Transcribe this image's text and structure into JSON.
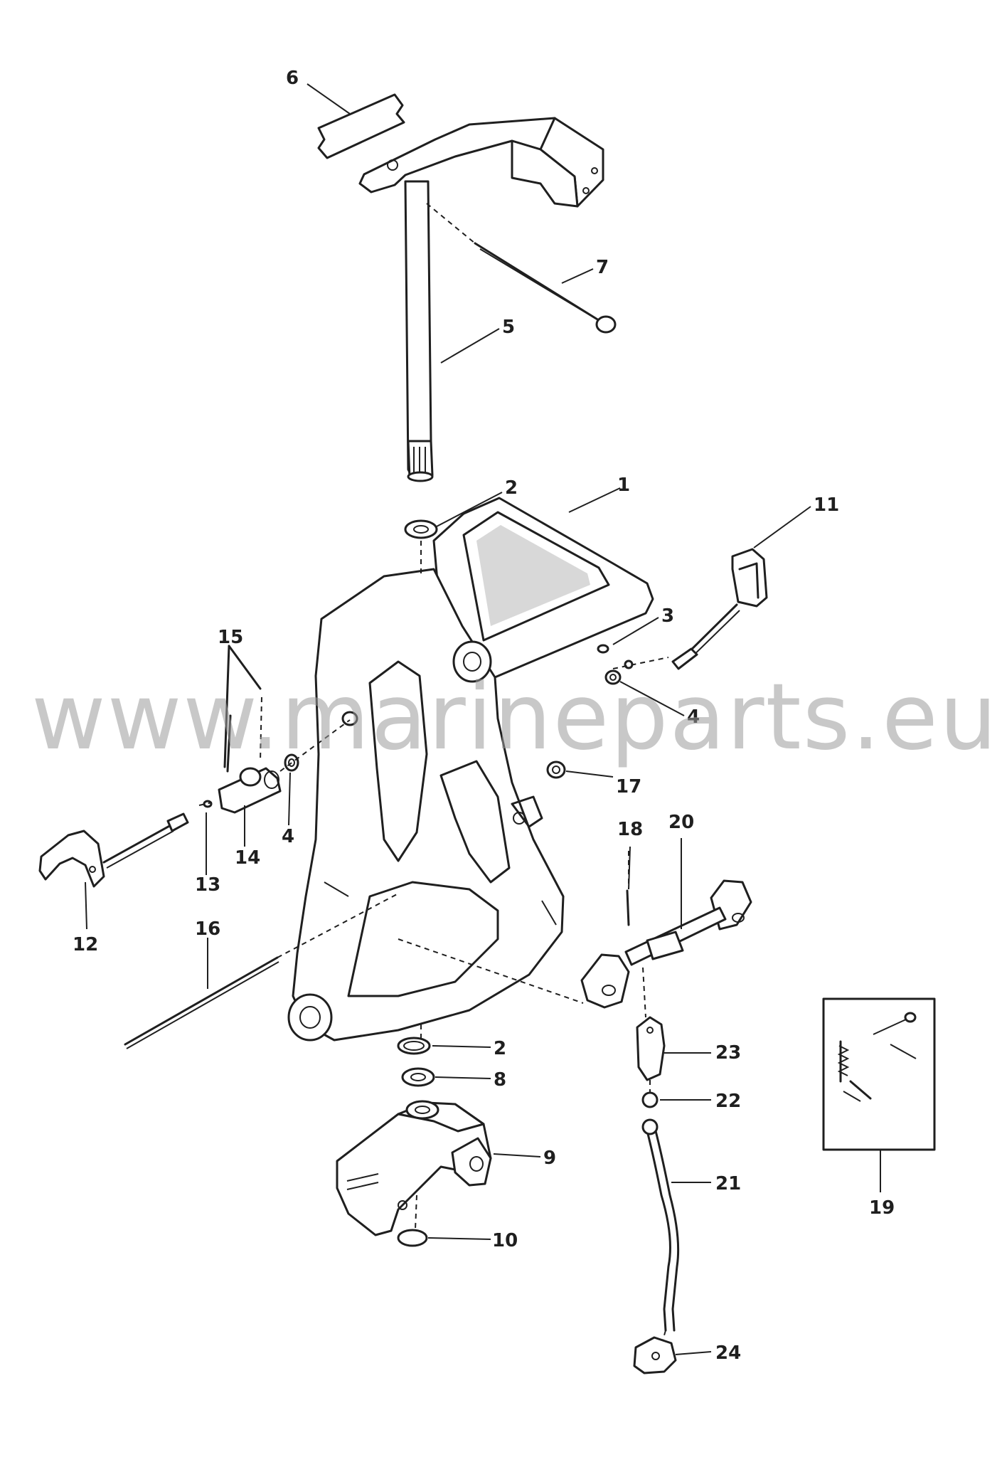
{
  "watermark": "www.marineparts.eu",
  "callouts": {
    "c1": "1",
    "c2_top": "2",
    "c2_bottom": "2",
    "c3": "3",
    "c4_right": "4",
    "c4_left": "4",
    "c5": "5",
    "c6": "6",
    "c7": "7",
    "c8": "8",
    "c9": "9",
    "c10": "10",
    "c11": "11",
    "c12": "12",
    "c13": "13",
    "c14": "14",
    "c15": "15",
    "c16": "16",
    "c17": "17",
    "c18": "18",
    "c19": "19",
    "c20": "20",
    "c21": "21",
    "c22": "22",
    "c23": "23",
    "c24": "24"
  }
}
